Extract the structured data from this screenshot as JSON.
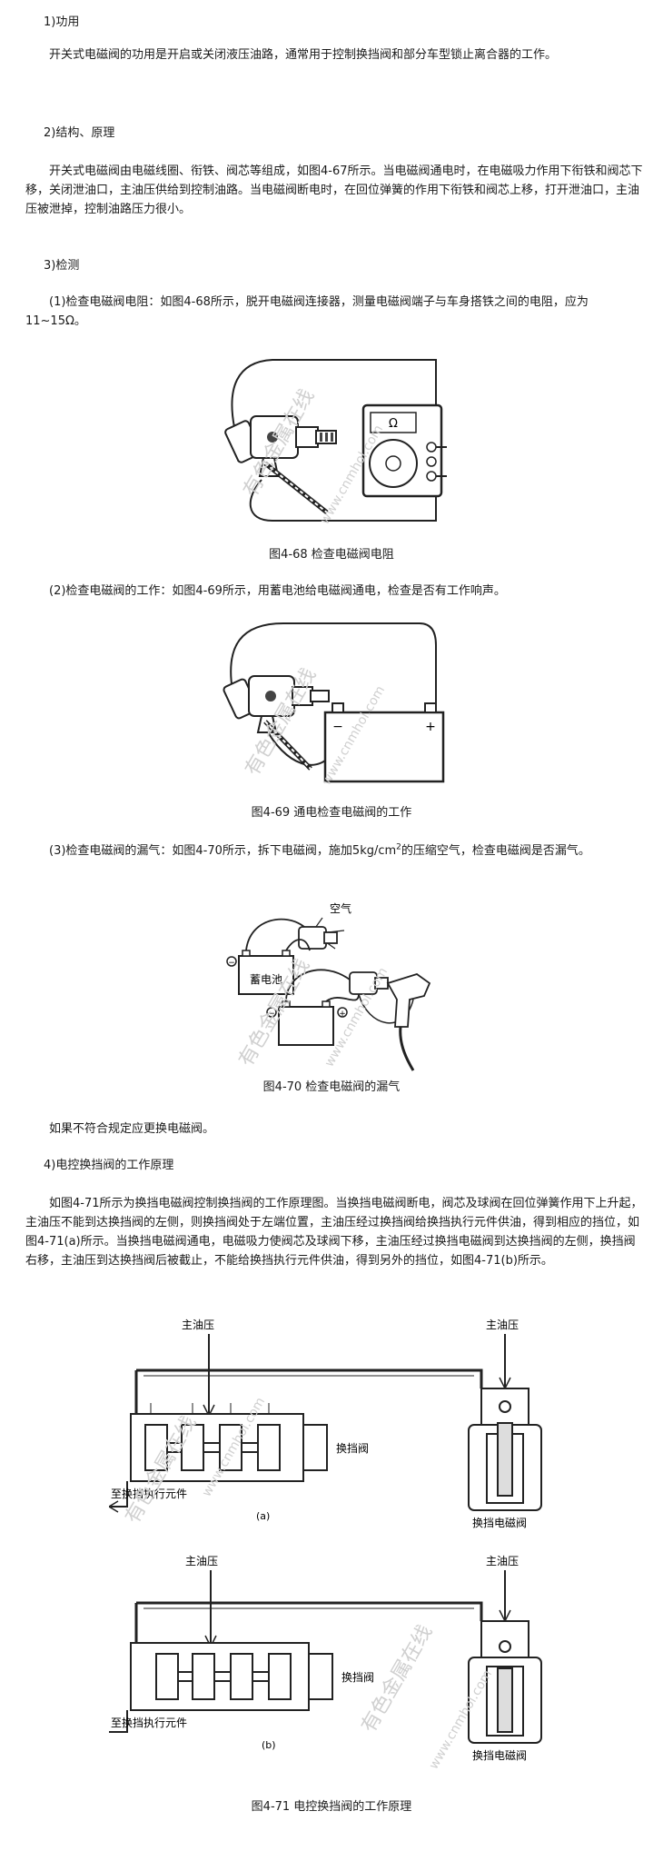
{
  "sections": {
    "function_heading": "1)功用",
    "function_text": "开关式电磁阀的功用是开启或关闭液压油路，通常用于控制换挡阀和部分车型锁止离合器的工作。",
    "structure_heading": "2)结构、原理",
    "structure_text": "开关式电磁阀由电磁线圈、衔铁、阀芯等组成，如图4-67所示。当电磁阀通电时，在电磁吸力作用下衔铁和阀芯下移，关闭泄油口，主油压供给到控制油路。当电磁阀断电时，在回位弹簧的作用下衔铁和阀芯上移，打开泄油口，主油压被泄掉，控制油路压力很小。",
    "inspection_heading": "3)检测",
    "step1_text": "(1)检查电磁阀电阻：如图4-68所示，脱开电磁阀连接器，测量电磁阀端子与车身搭铁之间的电阻，应为11~15Ω。",
    "fig68_caption": "图4-68 检查电磁阀电阻",
    "step2_text": "(2)检查电磁阀的工作：如图4-69所示，用蓄电池给电磁阀通电，检查是否有工作响声。",
    "fig69_caption": "图4-69 通电检查电磁阀的工作",
    "step3_text_before": "(3)检查电磁阀的漏气：如图4-70所示，拆下电磁阀，施加5kg/cm",
    "step3_sup": "2",
    "step3_text_after": "的压缩空气，检查电磁阀是否漏气。",
    "fig70_caption": "图4-70 检查电磁阀的漏气",
    "replace_text": "如果不符合规定应更换电磁阀。",
    "shift_heading": "4)电控换挡阀的工作原理",
    "shift_text": "如图4-71所示为换挡电磁阀控制换挡阀的工作原理图。当换挡电磁阀断电，阀芯及球阀在回位弹簧作用下上升起，主油压不能到达换挡阀的左侧，则换挡阀处于左端位置，主油压经过换挡阀给换挡执行元件供油，得到相应的挡位，如图4-71(a)所示。当换挡电磁阀通电，电磁吸力使阀芯及球阀下移，主油压经过换挡电磁阀到达换挡阀的左侧，换挡阀右移，主油压到达换挡阀后被截止，不能给换挡执行元件供油，得到另外的挡位，如图4-71(b)所示。",
    "fig71_caption": "图4-71 电控换挡阀的工作原理"
  },
  "fig68": {
    "meter_symbol": "Ω"
  },
  "fig70": {
    "air_label": "空气",
    "battery_label": "蓄电池"
  },
  "fig71": {
    "a": {
      "main_pressure_left": "主油压",
      "main_pressure_right": "主油压",
      "shift_valve": "换挡阀",
      "actuator": "至换挡执行元件",
      "solenoid": "换挡电磁阀",
      "tag": "(a)"
    },
    "b": {
      "main_pressure_left": "主油压",
      "main_pressure_right": "主油压",
      "shift_valve": "换挡阀",
      "actuator": "至换挡执行元件",
      "solenoid": "换挡电磁阀",
      "tag": "(b)"
    }
  },
  "watermark": {
    "cn": "有色金属在线",
    "url": "www.cnmhol.com"
  }
}
